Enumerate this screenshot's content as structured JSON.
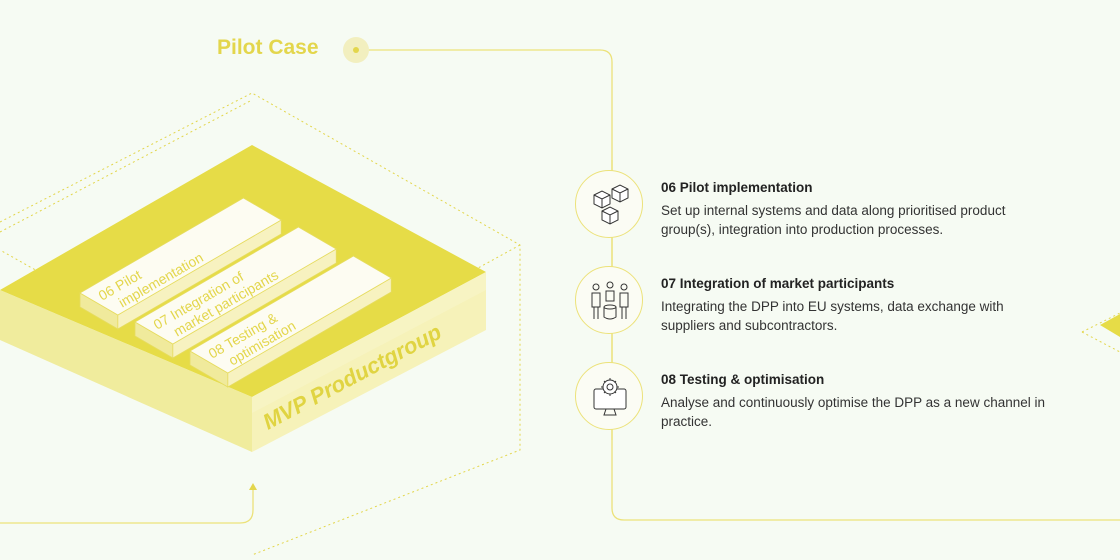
{
  "stage": {
    "title": "Pilot Case"
  },
  "box": {
    "label": "MVP Productgroup",
    "slabs": [
      {
        "line1": "06 Pilot",
        "line2": "implementation"
      },
      {
        "line1": "07 Integration of",
        "line2": "market participants"
      },
      {
        "line1": "08 Testing &",
        "line2": "optimisation"
      }
    ]
  },
  "steps": [
    {
      "icon": "cubes-icon",
      "title": "06 Pilot implementation",
      "description": "Set up internal systems and data along prioritised product group(s), integration into production processes."
    },
    {
      "icon": "people-exchange-icon",
      "title": "07 Integration of market participants",
      "description": "Integrating the DPP into EU systems, data exchange with suppliers and subcontractors."
    },
    {
      "icon": "monitor-gear-icon",
      "title": "08 Testing & optimisation",
      "description": "Analyse and continuously optimise the DPP as a new channel in practice."
    }
  ],
  "colors": {
    "accent": "#e3d64c",
    "accent_dark": "#dcd03a",
    "accent_light": "#f2ec9e",
    "line": "#ece27a",
    "background": "#f6fbf3"
  }
}
